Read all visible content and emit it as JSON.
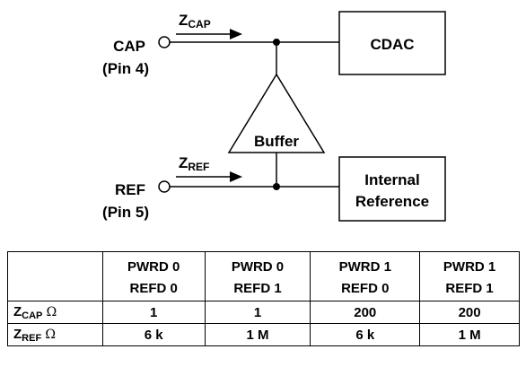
{
  "diagram": {
    "cap_pin": {
      "name": "CAP",
      "pin": "(Pin 4)"
    },
    "ref_pin": {
      "name": "REF",
      "pin": "(Pin 5)"
    },
    "z_cap": {
      "main": "Z",
      "sub": "CAP"
    },
    "z_ref": {
      "main": "Z",
      "sub": "REF"
    },
    "cdac_label": "CDAC",
    "buffer_label": "Buffer",
    "internal_ref_label": {
      "line1": "Internal",
      "line2": "Reference"
    }
  },
  "table": {
    "columns": [
      {
        "line1": "PWRD 0",
        "line2": "REFD 0"
      },
      {
        "line1": "PWRD 0",
        "line2": "REFD 1"
      },
      {
        "line1": "PWRD 1",
        "line2": "REFD 0"
      },
      {
        "line1": "PWRD 1",
        "line2": "REFD 1"
      }
    ],
    "rows": [
      {
        "label_main": "Z",
        "label_sub": "CAP",
        "unit": "Ω",
        "values": [
          "1",
          "1",
          "200",
          "200"
        ]
      },
      {
        "label_main": "Z",
        "label_sub": "REF",
        "unit": "Ω",
        "values": [
          "6 k",
          "1 M",
          "6 k",
          "1 M"
        ]
      }
    ]
  }
}
